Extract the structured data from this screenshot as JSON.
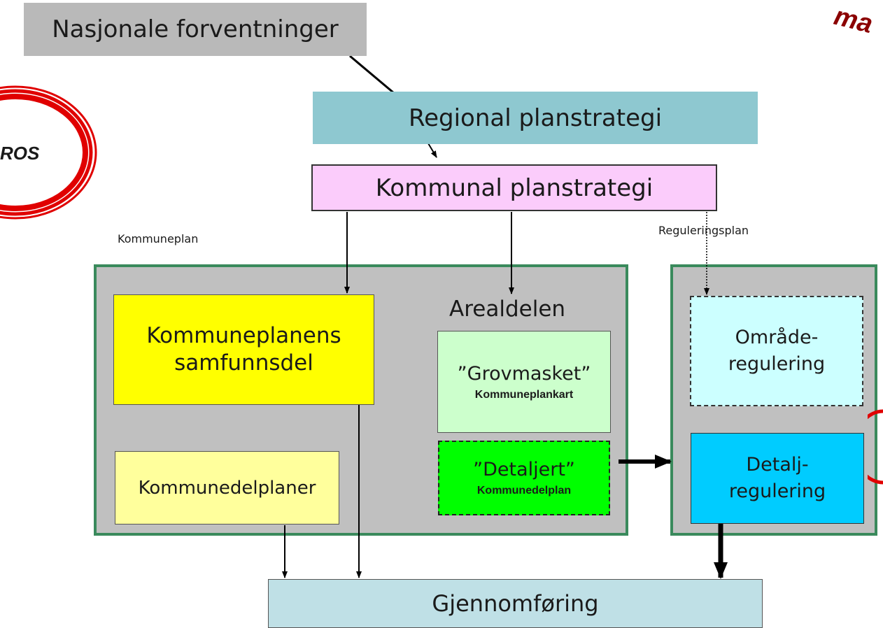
{
  "national": "Nasjonale forventninger",
  "regional": "Regional planstrategi",
  "municipal": "Kommunal planstrategi",
  "kommuneplan": {
    "title": "Kommuneplan",
    "samfunnsdel": [
      "Kommuneplanens",
      "samfunnsdel"
    ],
    "delplaner": "Kommunedelplaner",
    "arealdelen": "Arealdelen",
    "grovmasket": {
      "main": "”Grovmasket”",
      "sub": "Kommuneplankart"
    },
    "detaljert": {
      "main": "”Detaljert”",
      "sub": "Kommunedelplan"
    }
  },
  "reguleringsplan": {
    "title": "Reguleringsplan",
    "omrade": [
      "Område-",
      "regulering"
    ],
    "detalj": [
      "Detalj-",
      "regulering"
    ]
  },
  "gjennomforing": "Gjennomføring",
  "ros_stamp": "ROS",
  "corner_text": "ma",
  "colors": {
    "gray_box": "#b9b9b9",
    "teal": "#8ec8d0",
    "pink": "#fbccfb",
    "yellow": "#ffff00",
    "light_yellow": "#ffff9c",
    "light_green": "#ccffcc",
    "bright_green": "#00ff00",
    "pale_cyan": "#ccffff",
    "cyan": "#00ccff",
    "container": "#c0c0c0",
    "container_border": "#3a8a5c",
    "gjennomforing": "#bfe0e6",
    "stamp_red": "#e00000",
    "dark_red": "#8b0000"
  }
}
